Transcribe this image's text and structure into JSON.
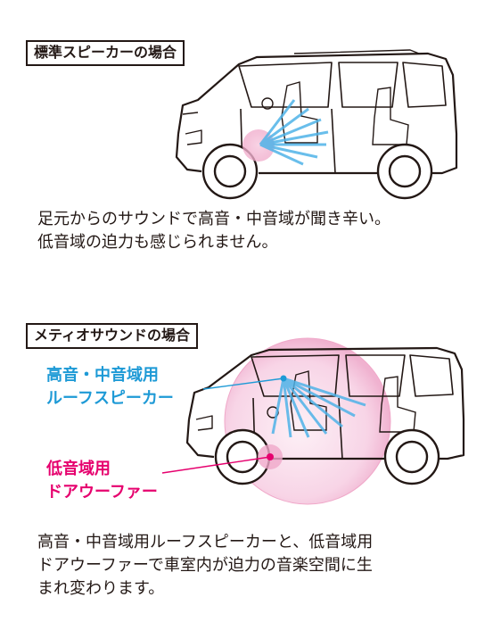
{
  "section1": {
    "title": "標準スピーカーの場合",
    "caption_line1": "足元からのサウンドで高音・中音域が聞き辛い。",
    "caption_line2": "低音域の迫力も感じられません。"
  },
  "section2": {
    "title": "メティオサウンドの場合",
    "roof_label_line1": "高音・中音域用",
    "roof_label_line2": "ルーフスピーカー",
    "door_label_line1": "低音域用",
    "door_label_line2": "ドアウーファー",
    "caption_line1": "高音・中音域用ルーフスピーカーと、低音域用",
    "caption_line2": "ドアウーファーで車室内が迫力の音楽空間に生",
    "caption_line3": "まれ変わります。"
  },
  "colors": {
    "roof_label": "#1e9ad6",
    "door_label": "#e6006e",
    "sound_beam": "#4fb3e8",
    "sphere": "#f3b8d6"
  }
}
